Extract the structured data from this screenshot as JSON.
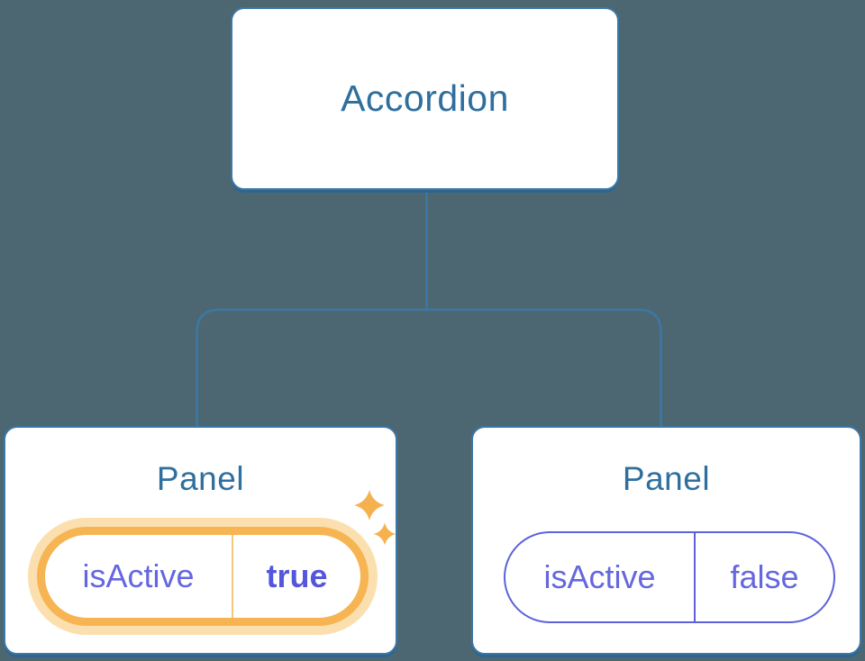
{
  "diagram": {
    "root": {
      "label": "Accordion"
    },
    "panels": [
      {
        "title": "Panel",
        "prop_name": "isActive",
        "prop_value": "true",
        "state": "active",
        "decoration": "sparkles-icon"
      },
      {
        "title": "Panel",
        "prop_name": "isActive",
        "prop_value": "false",
        "state": "inactive"
      }
    ]
  },
  "colors": {
    "background": "#4c6771",
    "node_fill": "#ffffff",
    "node_border": "#3b78a6",
    "node_shadow": "#2e6590",
    "node_text": "#2f6f9e",
    "connector": "#3b78a6",
    "prop_text": "#6567de",
    "prop_value_active_text": "#5457db",
    "pill_border_active": "#f6b452",
    "pill_glow_active": "#fbdfae",
    "pill_divider_active": "#f8c57c",
    "pill_border_inactive": "#5e61d9",
    "sparkle": "#f6b14f"
  }
}
